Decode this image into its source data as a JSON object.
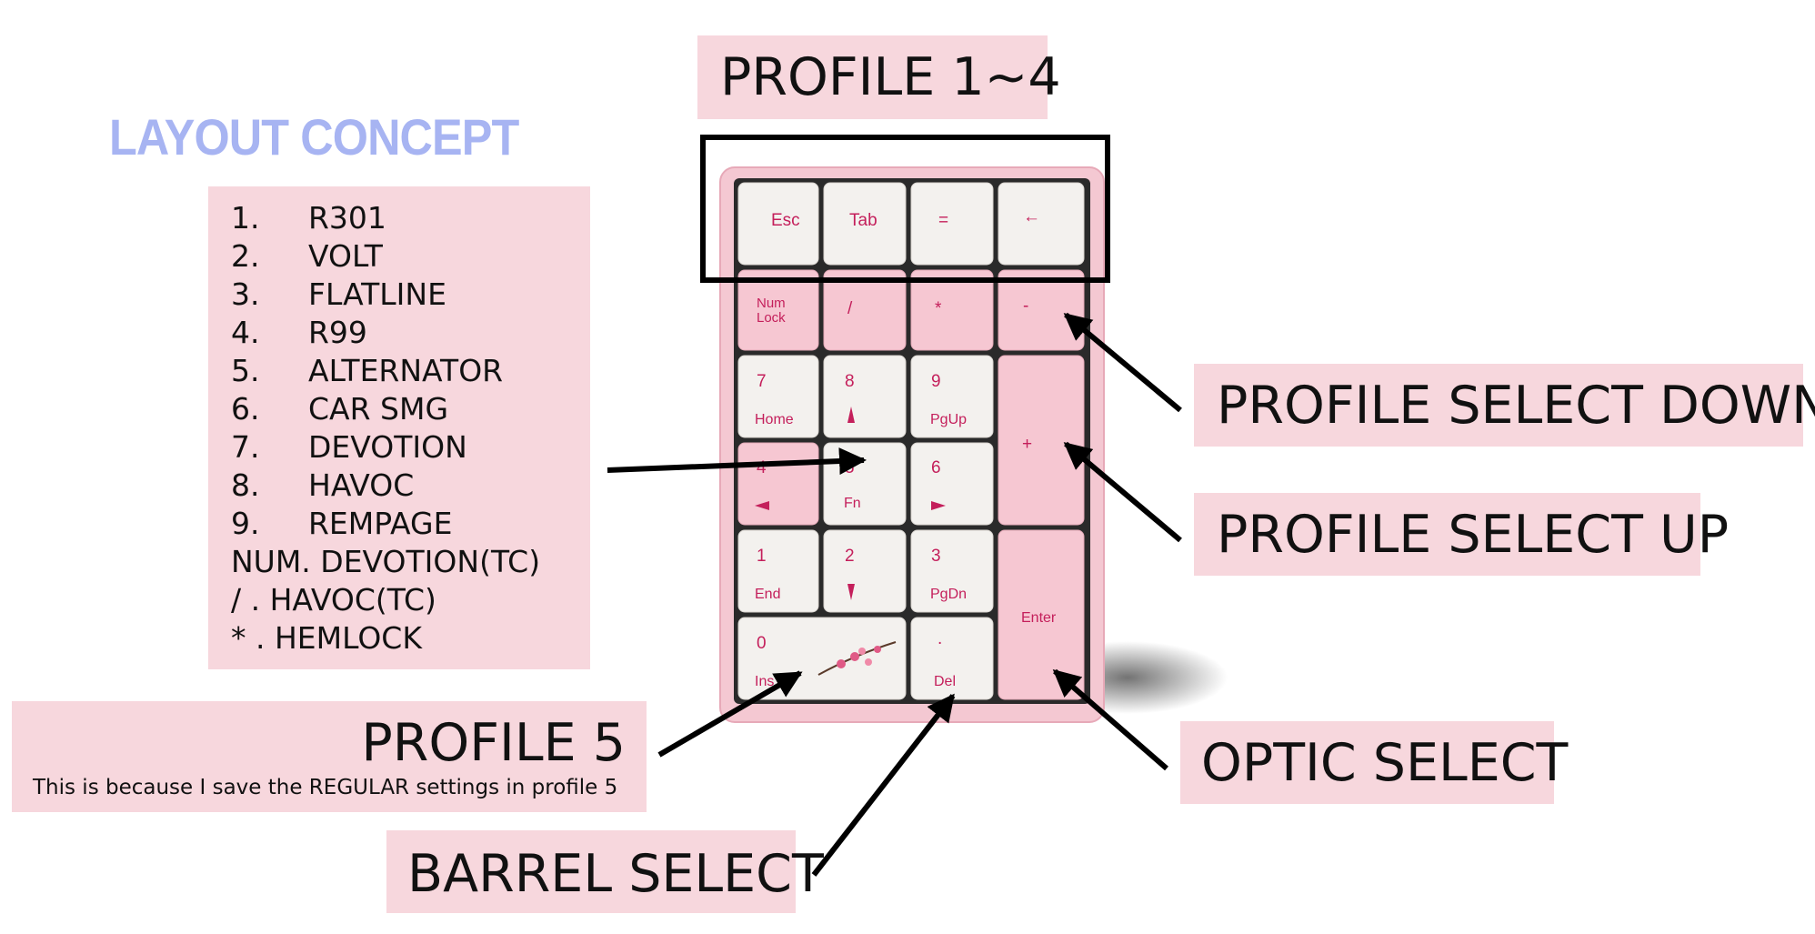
{
  "title": "LAYOUT CONCEPT",
  "layout_list": [
    {
      "num": "1.",
      "name": "R301"
    },
    {
      "num": "2.",
      "name": "VOLT"
    },
    {
      "num": "3.",
      "name": "FLATLINE"
    },
    {
      "num": "4.",
      "name": "R99"
    },
    {
      "num": "5.",
      "name": "ALTERNATOR"
    },
    {
      "num": "6.",
      "name": "CAR SMG"
    },
    {
      "num": "7.",
      "name": "DEVOTION"
    },
    {
      "num": "8.",
      "name": "HAVOC"
    },
    {
      "num": "9.",
      "name": "REMPAGE"
    }
  ],
  "layout_extra": [
    "NUM. DEVOTION(TC)",
    "/ . HAVOC(TC)",
    "* . HEMLOCK"
  ],
  "labels": {
    "profile_1_4": "PROFILE 1~4",
    "profile_select_down": "PROFILE SELECT DOWN",
    "profile_select_up": "PROFILE SELECT UP",
    "optic_select": "OPTIC SELECT",
    "barrel_select": "BARREL SELECT",
    "profile_5": "PROFILE 5",
    "profile_5_note": "This is because I save the REGULAR settings in profile 5"
  },
  "keys": {
    "esc": "Esc",
    "tab": "Tab",
    "equals": "=",
    "backspace": "←",
    "numlock_1": "Num",
    "numlock_2": "Lock",
    "slash": "/",
    "asterisk": "*",
    "minus": "-",
    "seven": "7",
    "home": "Home",
    "eight": "8",
    "nine": "9",
    "pgup": "PgUp",
    "plus": "+",
    "four": "4",
    "five": "5",
    "fn": "Fn",
    "six": "6",
    "one": "1",
    "end": "End",
    "two": "2",
    "three": "3",
    "pgdn": "PgDn",
    "enter": "Enter",
    "zero": "0",
    "ins": "Ins",
    "dot": ".",
    "del": "Del"
  },
  "colors": {
    "label_bg": "#f7d7dd",
    "title": "#a7b4f2",
    "keycap_legend": "#c41f5b",
    "case": "#f4c8d2"
  }
}
